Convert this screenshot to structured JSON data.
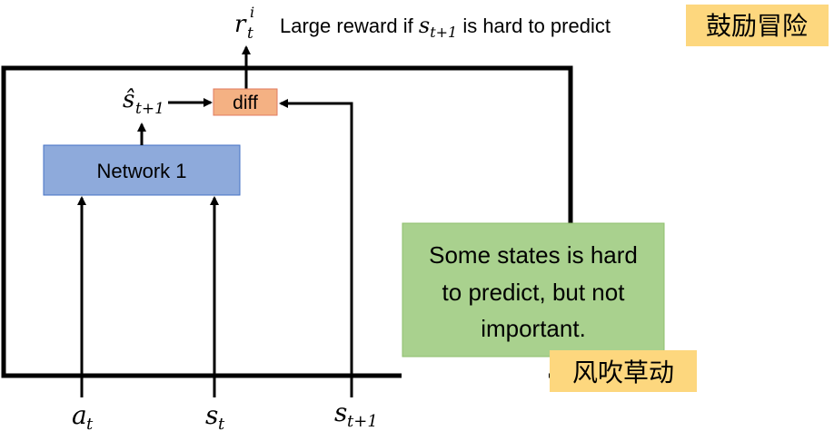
{
  "top_output": {
    "symbol": "r",
    "sub": "t",
    "sup": "i"
  },
  "reward_caption": {
    "before": "Large reward if ",
    "var": "s",
    "var_sub": "t+1",
    "after": " is hard to predict"
  },
  "badge_top": {
    "text": "鼓励冒险",
    "color": "#fdd77e"
  },
  "badge_bottom": {
    "text": "风吹草动",
    "color": "#fdd77e"
  },
  "network": {
    "label": "Network 1",
    "fill": "#8eaadb",
    "stroke": "#4472c4"
  },
  "diff": {
    "label": "diff",
    "fill": "#f4b183",
    "stroke": "#e07a5f"
  },
  "prediction": {
    "symbol": "ŝ",
    "sub": "t+1"
  },
  "note": {
    "lines": [
      "Some states is hard",
      "to predict, but not",
      "important."
    ],
    "fill": "#a9d18e",
    "stroke": "#8fbf6d"
  },
  "inputs": [
    {
      "symbol": "a",
      "sub": "t"
    },
    {
      "symbol": "s",
      "sub": "t"
    },
    {
      "symbol": "s",
      "sub": "t+1"
    }
  ]
}
